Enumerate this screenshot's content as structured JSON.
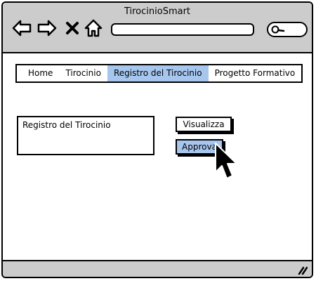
{
  "window": {
    "title": "TirocinioSmart"
  },
  "browser": {
    "back_icon": "arrow-left-icon",
    "forward_icon": "arrow-right-icon",
    "close_icon": "x-icon",
    "home_icon": "home-icon",
    "address_value": "",
    "search_icon": "magnifier-icon"
  },
  "tabs": [
    {
      "label": "Home",
      "active": false
    },
    {
      "label": "Tirocinio",
      "active": false
    },
    {
      "label": "Registro del Tirocinio",
      "active": true
    },
    {
      "label": "Progetto Formativo",
      "active": false
    }
  ],
  "main": {
    "registro_box": "Registro del Tirocinio",
    "visualizza_label": "Visualizza",
    "approva_label": "Approva"
  },
  "colors": {
    "accent": "#a7c6ee",
    "chrome": "#cccccc",
    "border": "#000000"
  }
}
